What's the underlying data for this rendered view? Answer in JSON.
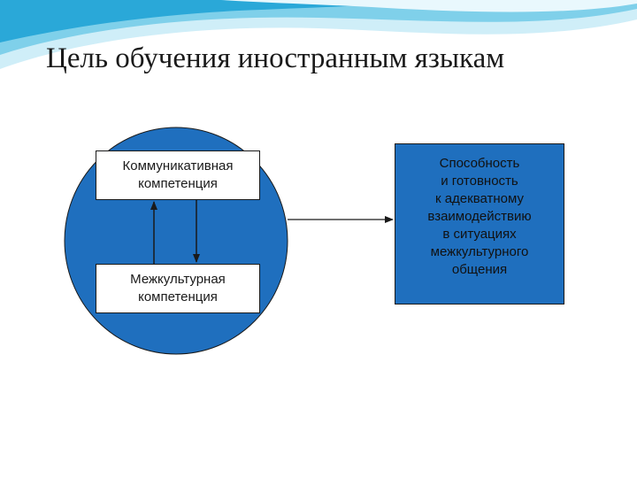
{
  "title": "Цель обучения иностранным языкам",
  "diagram": {
    "box_communicative": "Коммуникативная\nкомпетенция",
    "box_intercultural": "Межкультурная\nкомпетенция",
    "box_result": "Способность\nи готовность\nк адекватному\nвзаимодействию\nв ситуациях\nмежкультурного\nобщения"
  },
  "colors": {
    "circle_fill": "#1f6fbe",
    "result_fill": "#1f6fbe",
    "wave_light": "#cfeef8",
    "wave_mid": "#7fd0ea",
    "wave_dark": "#2aa8d8"
  }
}
